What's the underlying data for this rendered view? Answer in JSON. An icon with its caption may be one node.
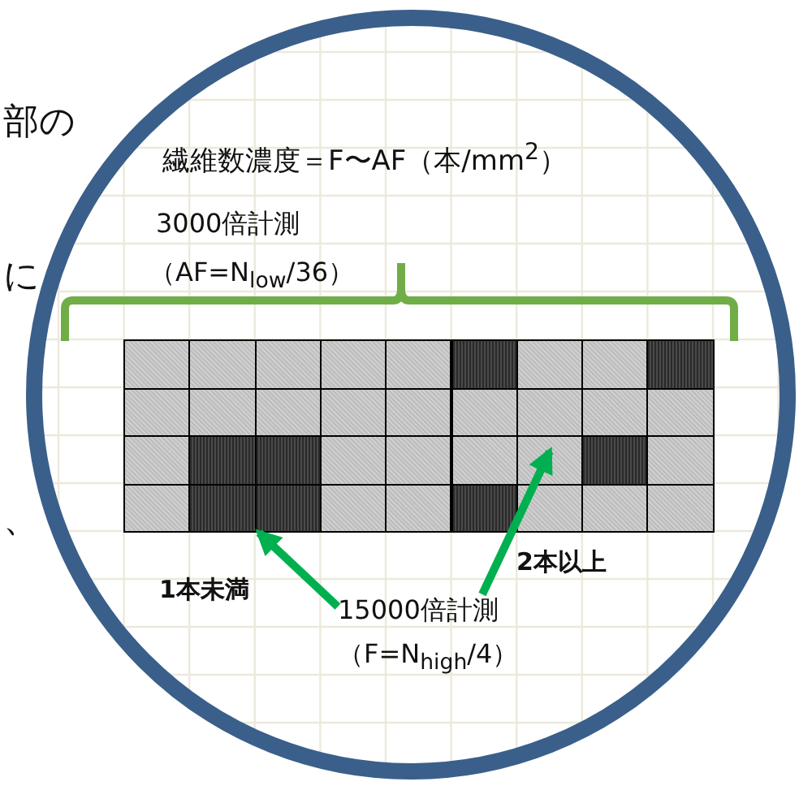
{
  "diagram": {
    "title": "繊維数濃度＝F〜AF（本/mm$^{2}$）",
    "nodes": [
      {
        "text": [
          "15000倍計測",
          "（F=N$_{high}$/4）"
        ]
      },
      {
        "text": [],
        "shape": "box"
      },
      {
        "text": [],
        "shape": "box"
      }
    ],
    "edges": [
      {
        "from": 0,
        "to": 1,
        "arrow": "to"
      },
      {
        "from": 0,
        "to": 2,
        "arrow": "to"
      }
    ],
    "labels": [
      "部の",
      "3000倍計測",
      "に",
      "（AF=N$_{low}$/36）",
      "、",
      "2本以上",
      "1本未満"
    ]
  }
}
